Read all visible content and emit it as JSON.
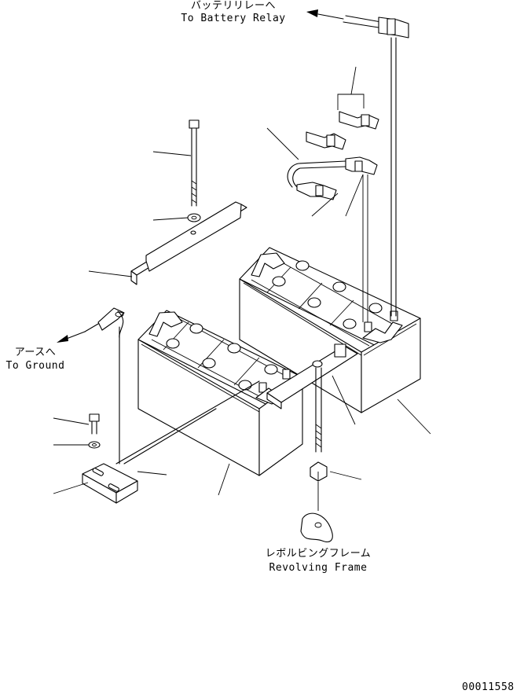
{
  "labels": {
    "battery_relay_jp": "バッテリリレーへ",
    "battery_relay_en": "To Battery Relay",
    "ground_jp": "アースへ",
    "ground_en": "To Ground",
    "frame_jp": "レボルビングフレーム",
    "frame_en": "Revolving Frame",
    "drawing_number": "00011558"
  }
}
